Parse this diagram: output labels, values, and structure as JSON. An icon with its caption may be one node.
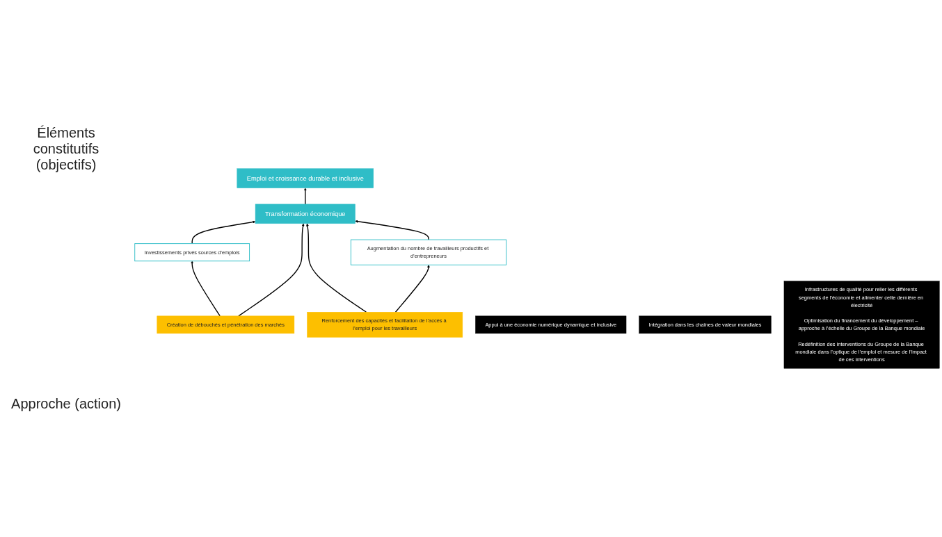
{
  "diagram": {
    "nodes": [
      {
        "text": [
          "Emploi et croissance durable et inclusive"
        ]
      },
      {
        "text": [
          "Investissements privés sources d’emplois"
        ]
      },
      {
        "text": [
          "Transformation économique"
        ]
      },
      {
        "text": [
          "Augmentation du nombre de travailleurs productifs et d’entrepreneurs"
        ]
      },
      {
        "text": [
          "Création de débouchés et pénétration des marchés"
        ]
      },
      {
        "text": [
          "Renforcement des capacités et facilitation de l’accès à l’emploi pour les travailleurs"
        ]
      },
      {
        "text": [
          "Appui à une économie numérique dynamique et inclusive"
        ]
      },
      {
        "text": [
          "Intégration dans les chaînes de valeur mondiales"
        ]
      },
      {
        "text": [
          "Infrastructures de qualité pour relier les différents segments de l’économie et alimenter cette dernière en électricité",
          "Optimisation du financement du développement – approche à l’échelle du Groupe de la Banque mondiale",
          "Redéfinition des interventions du Groupe de la Banque mondiale dans l’optique de l’emploi et mesure de l’impact de ces interventions"
        ]
      }
    ],
    "edges": [
      {
        "from": 2,
        "to": 0,
        "arrow": "to"
      },
      {
        "from": 1,
        "to": 2,
        "arrow": "to"
      },
      {
        "from": 3,
        "to": 2,
        "arrow": "to"
      },
      {
        "from": 4,
        "to": 1,
        "arrow": "to"
      },
      {
        "from": 4,
        "to": 2,
        "arrow": "to"
      },
      {
        "from": 5,
        "to": 2,
        "arrow": "to"
      },
      {
        "from": 5,
        "to": 3,
        "arrow": "to"
      }
    ],
    "labels": [
      "Éléments constitutifs (objectifs)",
      "Approche (action)"
    ]
  }
}
